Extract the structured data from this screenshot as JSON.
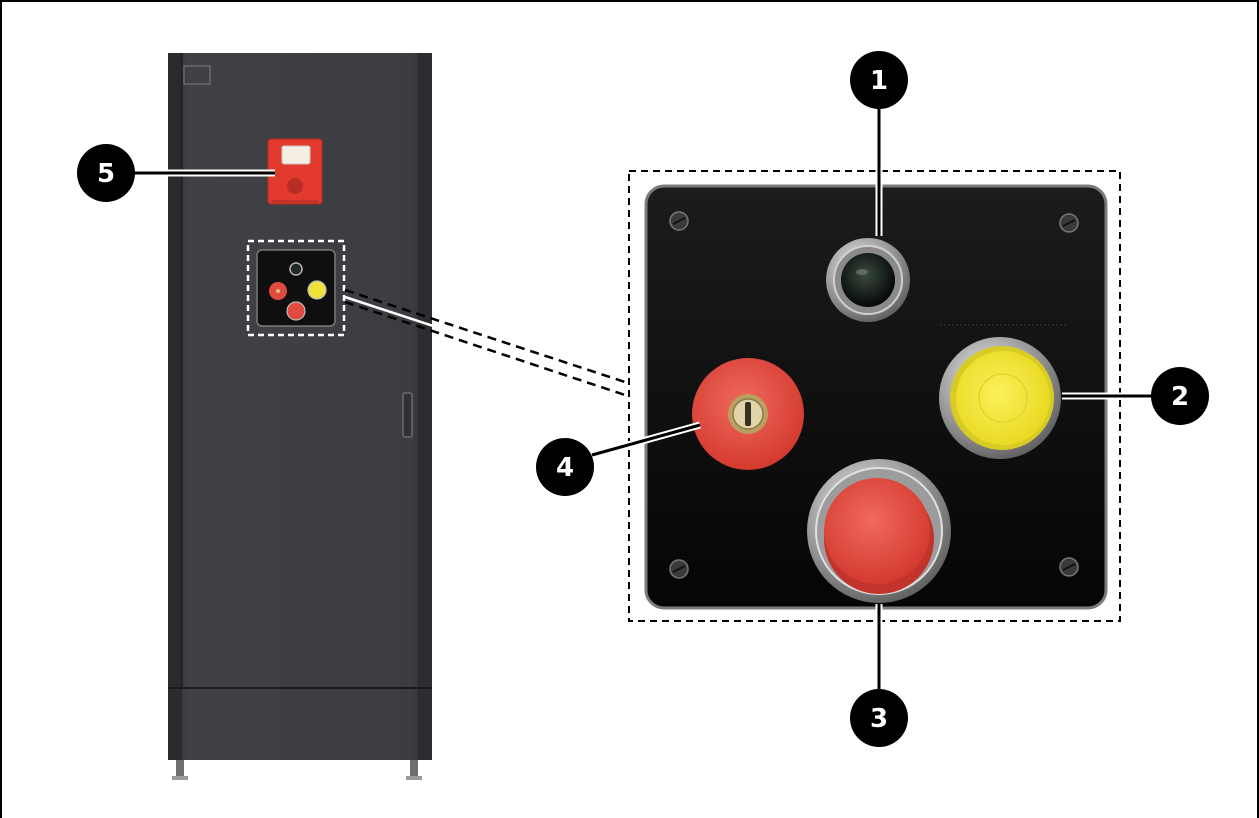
{
  "callouts": [
    {
      "number": "1",
      "label": "indicator-light"
    },
    {
      "number": "2",
      "label": "yellow-push-button"
    },
    {
      "number": "3",
      "label": "red-stop-button"
    },
    {
      "number": "4",
      "label": "key-switch"
    },
    {
      "number": "5",
      "label": "alarm-strobe"
    }
  ],
  "colors": {
    "cabinet": "#3a3b3e",
    "cabinet_edge": "#2b2c2e",
    "panel": "#0e0e0e",
    "red_button": "#e04a3f",
    "yellow_button": "#f0e23a",
    "alarm_red": "#e23a2e",
    "callout": "#000000"
  }
}
